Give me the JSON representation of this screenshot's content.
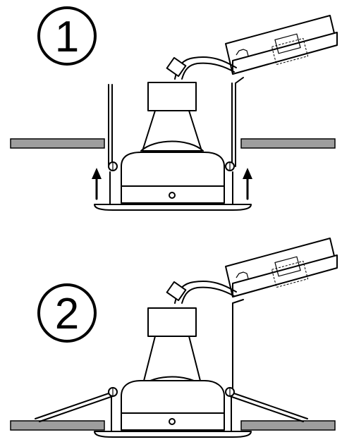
{
  "steps": [
    {
      "number": "1",
      "label": "step-1-insert"
    },
    {
      "number": "2",
      "label": "step-2-clips-released"
    }
  ],
  "colors": {
    "ceiling": "#9e9e9e",
    "line": "#000000",
    "background": "#ffffff"
  },
  "icons": [
    "arrow-up-icon",
    "screw-icon",
    "transformer-icon",
    "spring-clip-icon"
  ]
}
